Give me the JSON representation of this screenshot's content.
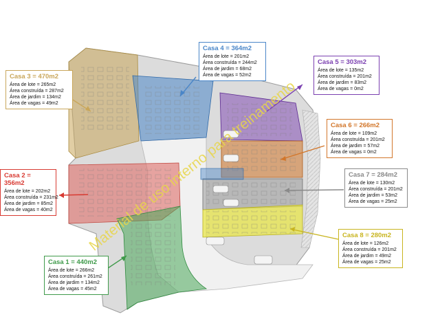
{
  "houses": [
    {
      "id": "casa3",
      "title": "Casa 3 = 470m2",
      "color": "#c9a65a",
      "lines": [
        "Área de lote = 265m2",
        "Área construída = 287m2",
        "Área de jardim = 134m2",
        "Área de vagas = 49m2"
      ]
    },
    {
      "id": "casa4",
      "title": "Casa 4 = 364m2",
      "color": "#4a86c8",
      "lines": [
        "Área de lote = 201m2",
        "Área construída = 244m2",
        "Área de jardim = 68m2",
        "Área de vagas = 52m2"
      ]
    },
    {
      "id": "casa5",
      "title": "Casa 5 = 303m2",
      "color": "#7a3fb0",
      "lines": [
        "Área de lote = 135m2",
        "Área construída = 201m2",
        "Área de jardim = 83m2",
        "Área de vagas = 0m2"
      ]
    },
    {
      "id": "casa6",
      "title": "Casa 6 = 266m2",
      "color": "#d2762a",
      "lines": [
        "Área de lote = 109m2",
        "Área construída = 201m2",
        "Área de jardim = 57m2",
        "Área de vagas = 0m2"
      ]
    },
    {
      "id": "casa2",
      "title": "Casa 2 = 356m2",
      "color": "#d83a32",
      "lines": [
        "Área de lote = 202m2",
        "Área construída = 231m2",
        "Área de jardim = 85m2",
        "Área de vagas = 40m2"
      ]
    },
    {
      "id": "casa7",
      "title": "Casa 7 = 284m2",
      "color": "#8a8a8a",
      "lines": [
        "Área de lote = 130m2",
        "Área construída = 201m2",
        "Área de jardim = 53m2",
        "Área de vagas = 25m2"
      ]
    },
    {
      "id": "casa8",
      "title": "Casa 8 = 280m2",
      "color": "#c8b41e",
      "lines": [
        "Área de lote = 126m2",
        "Área construída = 201m2",
        "Área de jardim = 49m2",
        "Área de vagas = 25m2"
      ]
    },
    {
      "id": "casa1",
      "title": "Casa 1 = 440m2",
      "color": "#3f9a4a",
      "lines": [
        "Área de lote = 266m2",
        "Área construída = 261m2",
        "Área de jardim = 134m2",
        "Área de vagas = 45m2"
      ]
    }
  ],
  "watermark": "Material de uso interno para treinamento"
}
